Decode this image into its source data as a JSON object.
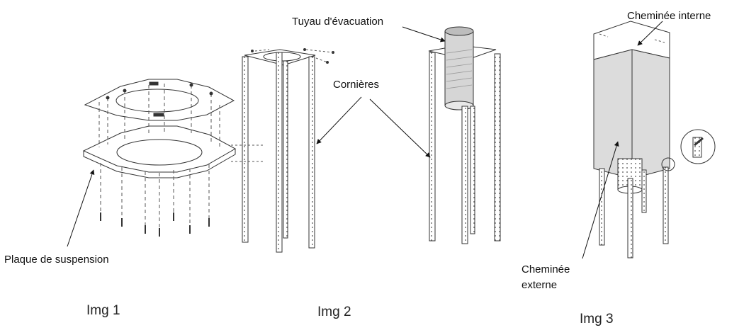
{
  "labels": {
    "plaque": "Plaque de suspension",
    "tuyau": "Tuyau d'évacuation",
    "cornieres": "Cornières",
    "interne": "Cheminée interne",
    "externe": "Cheminée externe"
  },
  "captions": {
    "img1": "Img 1",
    "img2": "Img 2",
    "img3": "Img 3"
  },
  "colors": {
    "line": "#333333",
    "pipe_fill": "#d9d9d9",
    "panel_fill": "#dcdcdc"
  }
}
